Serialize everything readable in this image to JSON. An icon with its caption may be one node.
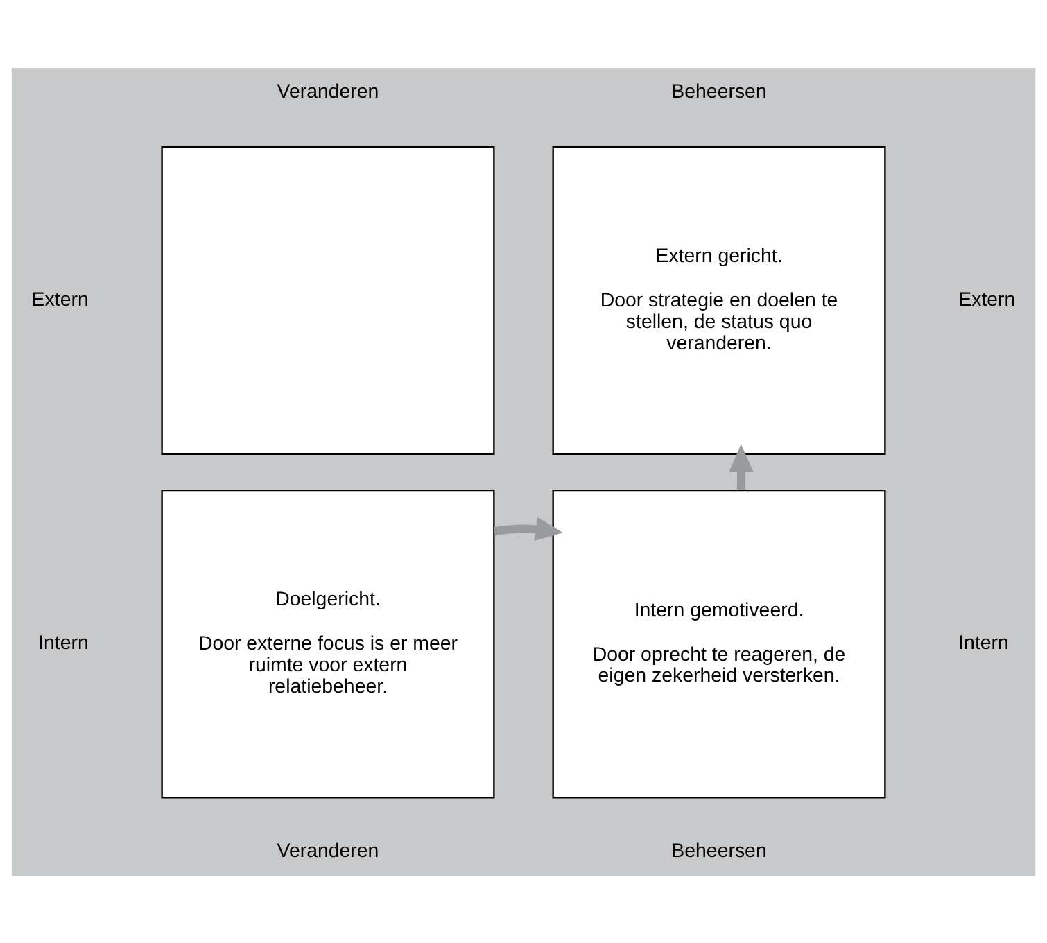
{
  "diagram": {
    "nodes": [
      {
        "text": [],
        "shape": "box"
      },
      {
        "text": [
          "Extern gericht.",
          "Door strategie en doelen te stellen, de status quo veranderen."
        ]
      },
      {
        "text": [
          "Doelgericht.",
          "Door externe focus is er meer ruimte voor extern relatiebeheer."
        ]
      },
      {
        "text": [
          "Intern gemotiveerd.",
          "Door oprecht te reageren, de eigen zekerheid versterken."
        ]
      }
    ],
    "edges": [
      {
        "from": 2,
        "to": 3,
        "arrow": "to"
      },
      {
        "from": 3,
        "to": 1,
        "arrow": "to"
      }
    ],
    "labels": [
      "Veranderen",
      "Beheersen",
      "Extern",
      "Extern",
      "Intern",
      "Intern",
      "Veranderen",
      "Beheersen"
    ]
  }
}
